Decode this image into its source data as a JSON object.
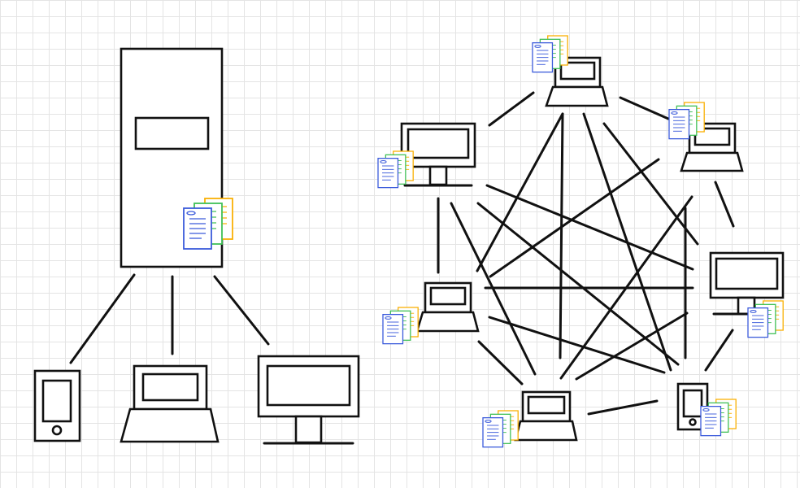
{
  "diagram": {
    "colors": {
      "stroke": "#111111",
      "grid": "#e4e4e4",
      "doc_blue": "#3b5bdb",
      "doc_green": "#40c057",
      "doc_yellow": "#fab005"
    },
    "left_network": {
      "center": "server",
      "clients": [
        "phone",
        "laptop",
        "monitor"
      ],
      "icons": [
        "server-icon",
        "document-stack-icon",
        "phone-icon",
        "laptop-icon",
        "monitor-icon"
      ]
    },
    "right_network": {
      "nodes": [
        "laptop",
        "laptop",
        "monitor",
        "laptop",
        "monitor",
        "phone",
        "laptop"
      ],
      "topology": "mesh",
      "icons": [
        "laptop-icon",
        "monitor-icon",
        "phone-icon",
        "document-stack-icon"
      ]
    }
  }
}
